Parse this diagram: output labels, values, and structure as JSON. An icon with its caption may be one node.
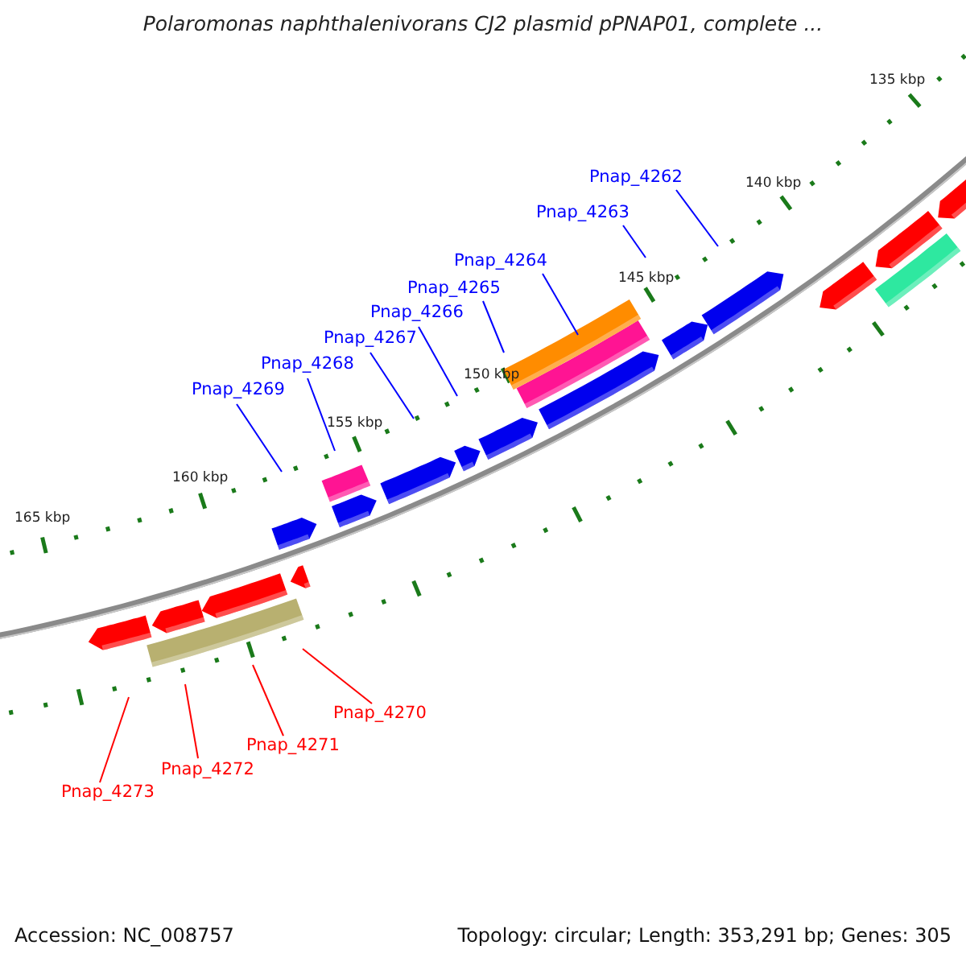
{
  "diagram": {
    "title": "Polaromonas naphthalenivorans CJ2 plasmid pPNAP01, complete ...",
    "nodes": [
      {
        "text": [
          "Pnap_4262"
        ]
      },
      {
        "text": [
          "Pnap_4263"
        ]
      },
      {
        "text": [
          "Pnap_4264"
        ]
      },
      {
        "text": [
          "Pnap_4265"
        ]
      },
      {
        "text": [
          "Pnap_4266"
        ]
      },
      {
        "text": [
          "Pnap_4267"
        ]
      },
      {
        "text": [
          "Pnap_4268"
        ]
      },
      {
        "text": [
          "Pnap_4269"
        ]
      },
      {
        "text": [
          "Pnap_4270"
        ]
      },
      {
        "text": [
          "Pnap_4271"
        ]
      },
      {
        "text": [
          "Pnap_4272"
        ]
      },
      {
        "text": [
          "Pnap_4273"
        ]
      }
    ],
    "edges": [
      {
        "from": 0,
        "to": null,
        "arrow": "none"
      },
      {
        "from": 1,
        "to": null,
        "arrow": "none"
      },
      {
        "from": 2,
        "to": null,
        "arrow": "none"
      },
      {
        "from": 3,
        "to": null,
        "arrow": "none"
      },
      {
        "from": 4,
        "to": null,
        "arrow": "none"
      },
      {
        "from": 5,
        "to": null,
        "arrow": "none"
      },
      {
        "from": 6,
        "to": null,
        "arrow": "none"
      },
      {
        "from": 7,
        "to": null,
        "arrow": "none"
      },
      {
        "from": 8,
        "to": null,
        "arrow": "none",
        "color": "#ff0000"
      },
      {
        "from": 9,
        "to": null,
        "arrow": "none",
        "color": "#ff0000"
      },
      {
        "from": 10,
        "to": null,
        "arrow": "none",
        "color": "#ff0000"
      },
      {
        "from": 11,
        "to": null,
        "arrow": "none",
        "color": "#ff0000"
      }
    ],
    "labels": [
      "135 kbp",
      "140 kbp",
      "145 kbp",
      "150 kbp",
      "155 kbp",
      "160 kbp",
      "165 kbp",
      "Accession: NC_008757",
      "Topology: circular; Length: 353,291 bp; Genes: 305"
    ]
  }
}
